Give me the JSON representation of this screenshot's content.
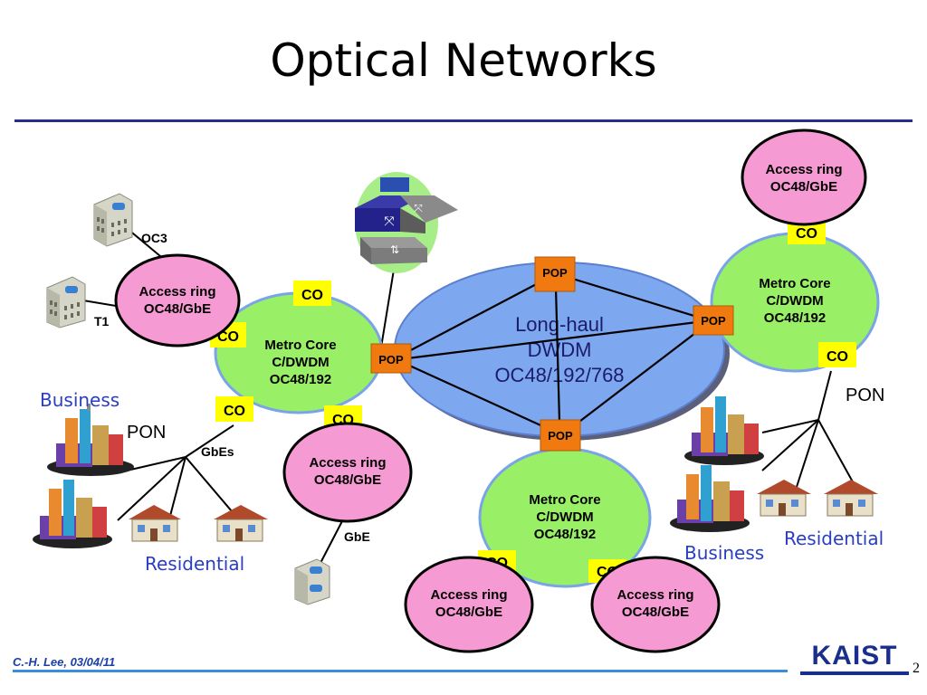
{
  "slide": {
    "title": "Optical Networks",
    "author_date": "C.-H. Lee, 03/04/11",
    "page_number": "2",
    "logo_text": "KAIST"
  },
  "long_haul": {
    "line1": "Long-haul",
    "line2": "DWDM",
    "line3": "OC48/192/768"
  },
  "metro_core": {
    "line1": "Metro Core",
    "line2": "C/DWDM",
    "line3": "OC48/192"
  },
  "access_ring": {
    "line1": "Access ring",
    "line2": "OC48/GbE"
  },
  "labels": {
    "pop": "POP",
    "co": "CO",
    "oc3": "OC3",
    "t1": "T1",
    "business": "Business",
    "residential": "Residential",
    "pon": "PON",
    "gbes": "GbEs",
    "gbe": "GbE"
  },
  "colors": {
    "long_haul_fill": "#7da7ef",
    "metro_fill": "#99f066",
    "access_fill": "#f59ad2",
    "pop_fill": "#f07a10",
    "co_fill": "#ffff00",
    "blue_text": "#2a3fc0",
    "title_rule": "#2c2c8f"
  }
}
